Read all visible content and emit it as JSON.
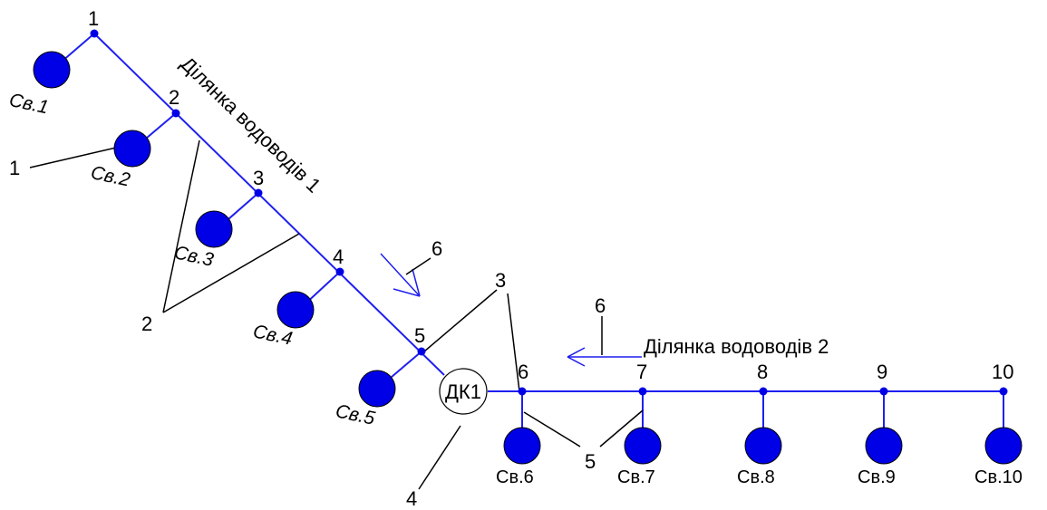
{
  "colors": {
    "pipe": "#1f1ff0",
    "well": "#0000e6",
    "leader": "#000000"
  },
  "section_1_label": "Ділянка водоводів 1",
  "section_2_label": "Ділянка водоводів 2",
  "collector_label": "ДК1",
  "node_labels": [
    "1",
    "2",
    "3",
    "4",
    "5",
    "6",
    "7",
    "8",
    "9",
    "10"
  ],
  "well_labels": [
    "Св.1",
    "Св.2",
    "Св.3",
    "Св.4",
    "Св.5",
    "Св.6",
    "Св.7",
    "Св.8",
    "Св.9",
    "Св.10"
  ],
  "callouts": {
    "c1": "1",
    "c2": "2",
    "c3": "3",
    "c4": "4",
    "c5": "5",
    "c6_upper": "6",
    "c6_lower": "6"
  }
}
